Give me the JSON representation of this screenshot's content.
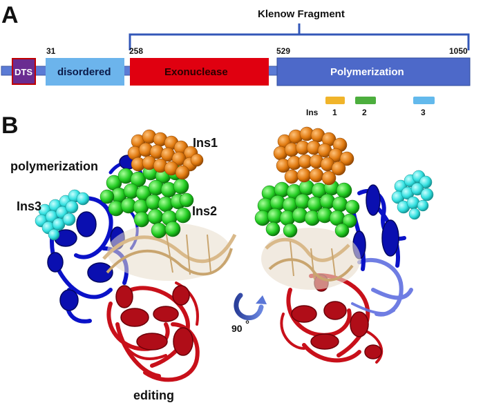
{
  "panel_a": {
    "label": "A",
    "klenow_label": "Klenow Fragment",
    "positions": {
      "p31": "31",
      "p258": "258",
      "p529": "529",
      "p1050": "1050"
    },
    "domains": {
      "dts": "DTS",
      "disordered": "disordered",
      "exonuclease": "Exonuclease",
      "polymerization": "Polymerization"
    },
    "ins_legend": {
      "title": "Ins",
      "ins1": "1",
      "ins2": "2",
      "ins3": "3"
    }
  },
  "panel_b": {
    "label": "B",
    "polymerization": "polymerization",
    "ins1": "Ins1",
    "ins2": "Ins2",
    "ins3": "Ins3",
    "editing": "editing",
    "rotation_value": "90",
    "rotation_unit": "°"
  },
  "colors": {
    "dts": "#6a2c91",
    "dts_border": "#c00000",
    "linker": "#5b7bd5",
    "disordered": "#6cb4ec",
    "exonuclease": "#e00010",
    "polymerization": "#4d69c9",
    "ins1": "#f0b42a",
    "ins2": "#4cae3d",
    "ins3": "#63b9ec",
    "bracket": "#3357b8",
    "protein_blue": "#0a12c8",
    "protein_red": "#c8101a",
    "sphere_orange": "#e07a10",
    "sphere_green": "#22cc22",
    "sphere_cyan": "#33e0e0",
    "dna": "#d9b98a"
  }
}
